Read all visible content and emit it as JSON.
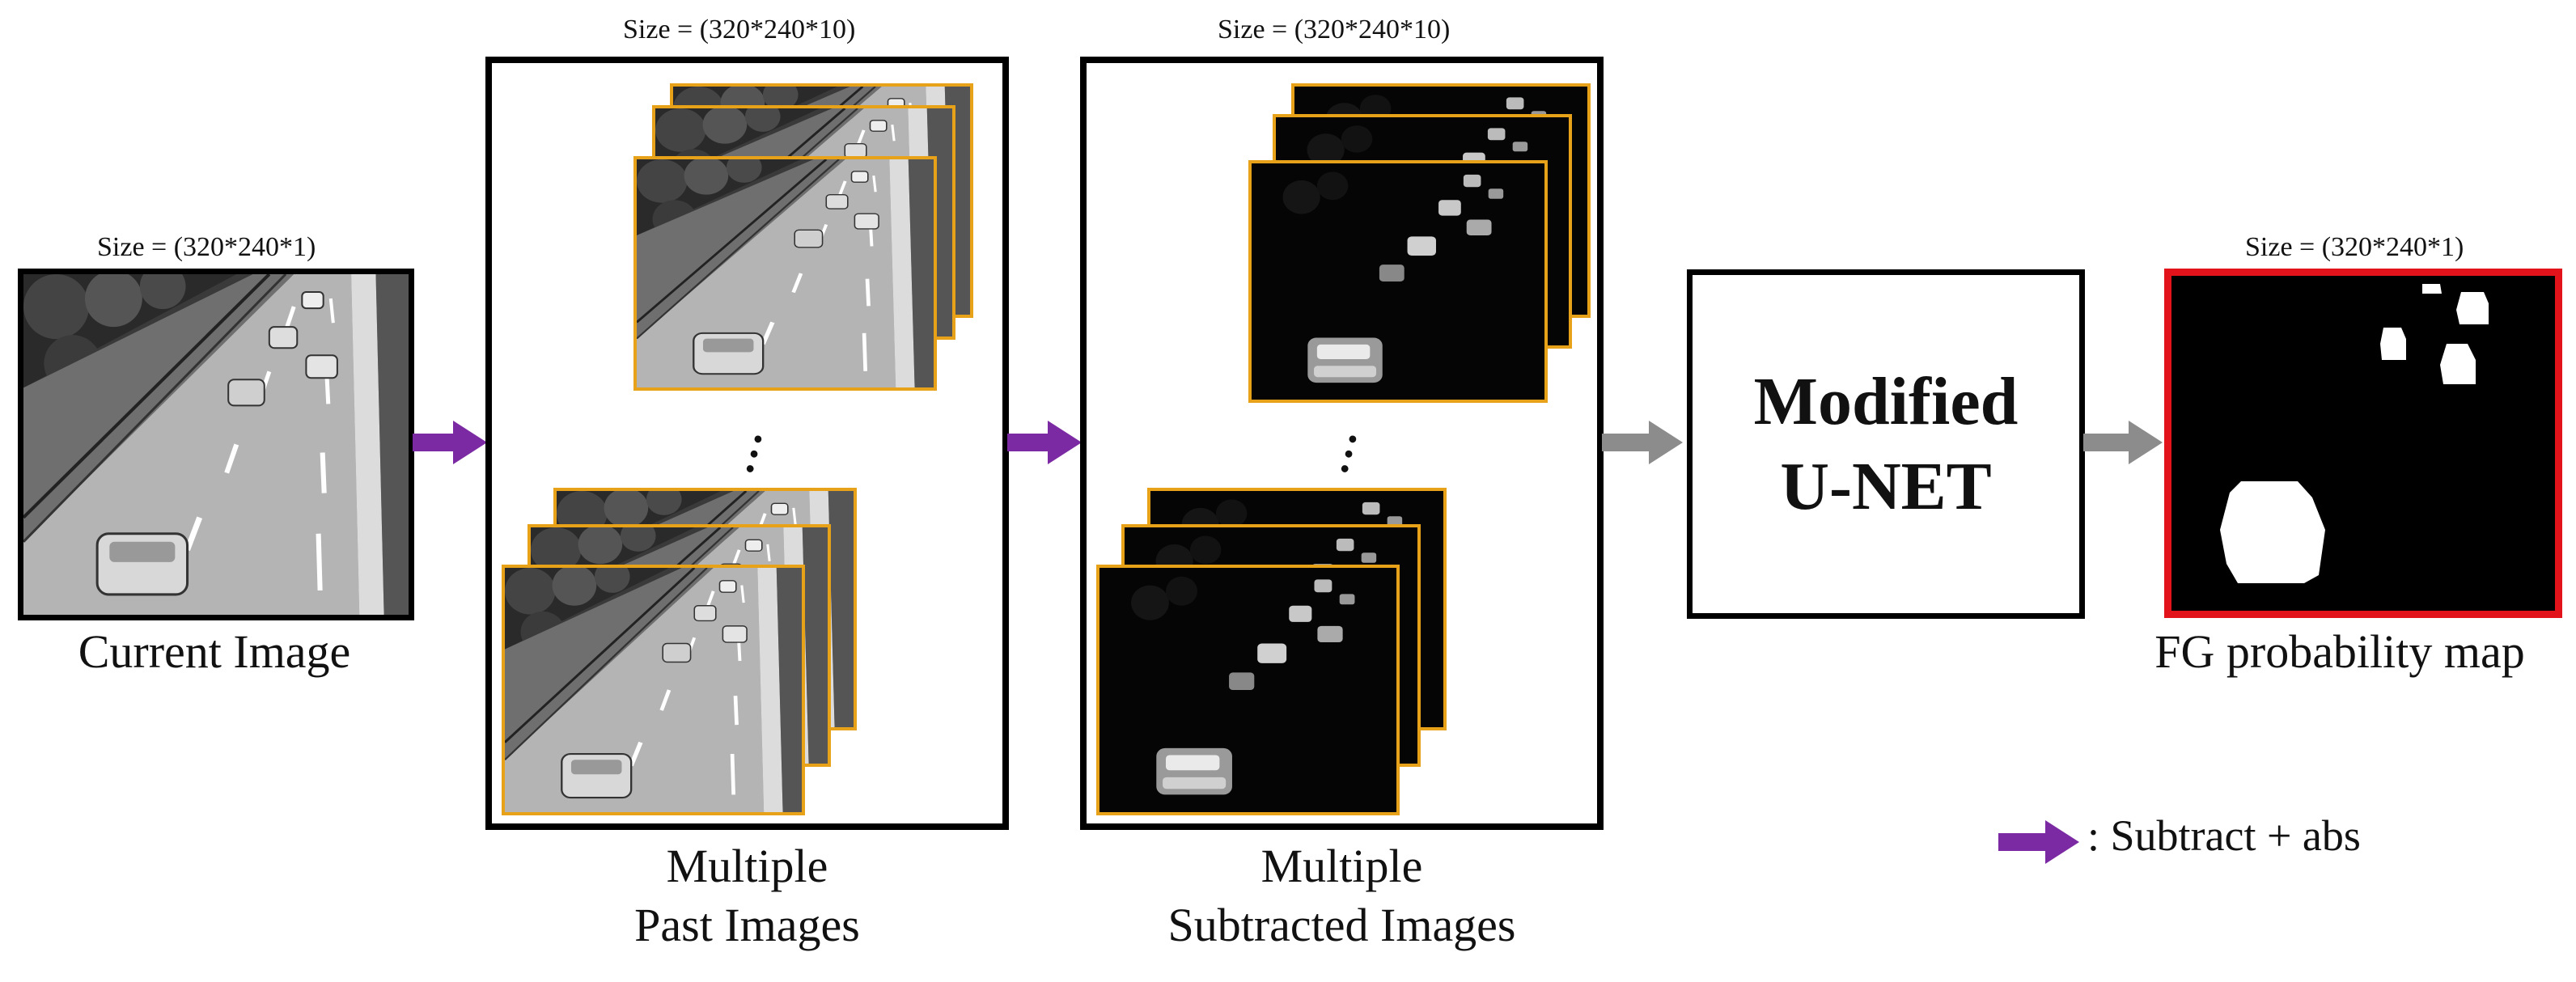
{
  "current": {
    "size_label": "Size = (320*240*1)",
    "caption": "Current Image"
  },
  "past": {
    "size_label": "Size = (320*240*10)",
    "caption_line1": "Multiple",
    "caption_line2": "Past Images"
  },
  "subtracted": {
    "size_label": "Size = (320*240*10)",
    "caption_line1": "Multiple",
    "caption_line2": "Subtracted Images"
  },
  "unet": {
    "line1": "Modified",
    "line2": "U-NET"
  },
  "output": {
    "size_label": "Size = (320*240*1)",
    "caption": "FG probability map"
  },
  "legend": {
    "label": ": Subtract + abs"
  },
  "colors": {
    "subtract_arrow": "#7b2aa3",
    "flow_arrow": "#8c8c8c",
    "stack_border": "#e8a21a",
    "output_border": "#e2131b"
  }
}
